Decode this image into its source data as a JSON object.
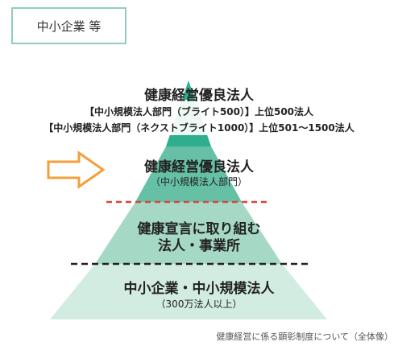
{
  "tag_label": "中小企業 等",
  "tiers": {
    "top": {
      "title": "健康経営優良法人",
      "line1": "【中小規模法人部門（ブライト500）】上位500法人",
      "line2": "【中小規模法人部門（ネクストブライト1000）】上位501〜1500法人"
    },
    "second": {
      "title": "健康経営優良法人",
      "subtitle": "（中小規模法人部門）"
    },
    "third": {
      "line1": "健康宣言に取り組む",
      "line2": "法人・事業所"
    },
    "base": {
      "title": "中小企業・中小規模法人",
      "subtitle": "（300万法人以上）"
    }
  },
  "caption": "健康経営に係る顕彰制度について（全体像）",
  "colors": {
    "tier_top": "#2fae8f",
    "tier_second": "#66c0a5",
    "tier_third": "#a6d9c5",
    "tier_base": "#d2ece1",
    "tag_border": "#8fcfb8",
    "arrow": "#f2a03c",
    "red_dash": "#d9453a",
    "black_dash": "#222222"
  }
}
